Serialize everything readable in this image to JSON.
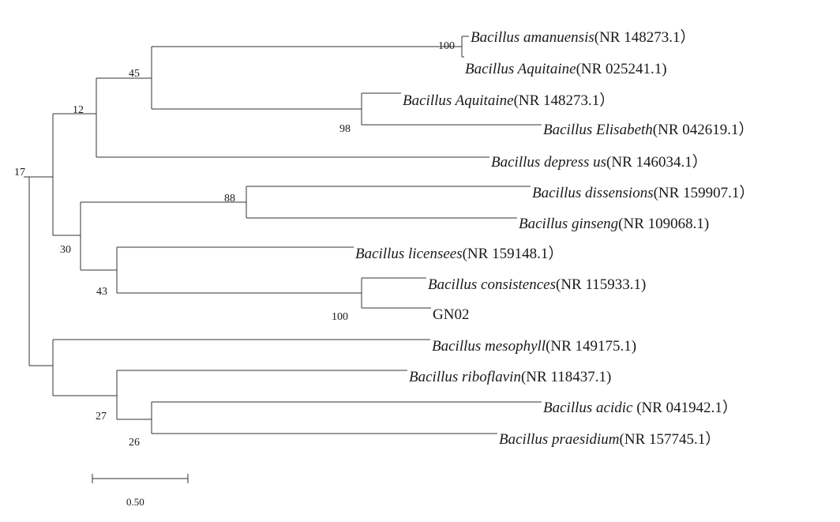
{
  "tree": {
    "leaves": [
      {
        "id": "amanuensis",
        "species": "Bacillus amanuensis",
        "accession": "(NR 148273.1）"
      },
      {
        "id": "aquitaine1",
        "species": "Bacillus Aquitaine",
        "accession": "(NR 025241.1)"
      },
      {
        "id": "aquitaine2",
        "species": "Bacillus Aquitaine",
        "accession": "(NR 148273.1）"
      },
      {
        "id": "elisabeth",
        "species": "Bacillus Elisabeth",
        "accession": "(NR 042619.1）"
      },
      {
        "id": "depressus",
        "species": "Bacillus depress us",
        "accession": "(NR 146034.1）"
      },
      {
        "id": "dissensions",
        "species": "Bacillus dissensions",
        "accession": "(NR 159907.1）"
      },
      {
        "id": "ginseng",
        "species": "Bacillus ginseng",
        "accession": "(NR 109068.1)"
      },
      {
        "id": "licensees",
        "species": "Bacillus licensees",
        "accession": "(NR 159148.1）"
      },
      {
        "id": "consistences",
        "species": "Bacillus consistences",
        "accession": "(NR 115933.1)"
      },
      {
        "id": "gn02",
        "species": "",
        "accession": "GN02"
      },
      {
        "id": "mesophyll",
        "species": "Bacillus mesophyll",
        "accession": "(NR 149175.1)"
      },
      {
        "id": "riboflavin",
        "species": "Bacillus riboflavin",
        "accession": "(NR 118437.1)"
      },
      {
        "id": "acidic",
        "species": "Bacillus acidic ",
        "accession": "(NR 041942.1）"
      },
      {
        "id": "praesidium",
        "species": "Bacillus praesidium",
        "accession": "(NR 157745.1）"
      }
    ],
    "bootstrap": {
      "n100a": "100",
      "n45": "45",
      "n98": "98",
      "n12": "12",
      "n17": "17",
      "n88": "88",
      "n30": "30",
      "n43": "43",
      "n100b": "100",
      "n27": "27",
      "n26": "26"
    },
    "scale_bar": {
      "value": 0.5,
      "label": "0.50"
    }
  }
}
